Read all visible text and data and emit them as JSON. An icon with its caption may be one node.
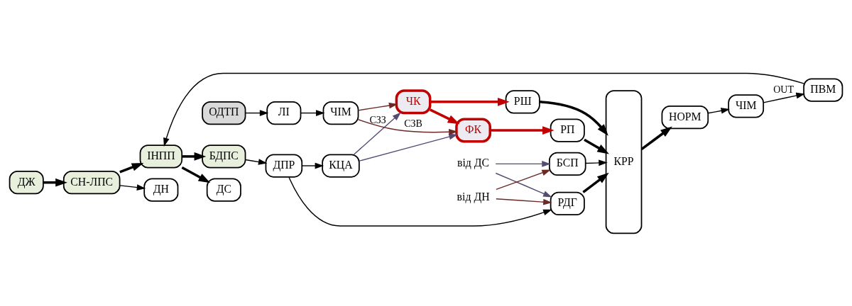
{
  "diagram": {
    "nodes": [
      {
        "text": [
          "ДЖ"
        ]
      },
      {
        "text": [
          "СН-ЛПС"
        ]
      },
      {
        "text": [
          "ІНПП"
        ]
      },
      {
        "text": [
          "БДПС"
        ]
      },
      {
        "text": [
          "БСП"
        ]
      },
      {
        "text": [
          "ДН"
        ]
      },
      {
        "text": [
          "ПВМ"
        ]
      },
      {
        "text": [
          "ДС"
        ]
      },
      {
        "text": [
          "ДПР"
        ]
      },
      {
        "text": [
          "РДГ"
        ]
      },
      {
        "text": [
          "КРР"
        ]
      },
      {
        "text": [
          "КЦА"
        ]
      },
      {
        "text": [
          "ЧК"
        ]
      },
      {
        "text": [
          "РШ"
        ]
      },
      {
        "text": [
          "НОРМ"
        ]
      },
      {
        "text": [
          "ОДТП"
        ]
      },
      {
        "text": [
          "ЛІ"
        ]
      },
      {
        "text": [
          "ЧІМ"
        ]
      },
      {
        "text": [
          "ФК"
        ]
      },
      {
        "text": [
          "РП"
        ]
      },
      {
        "text": [
          "ЧІМ"
        ]
      },
      {
        "text": [
          "від ДС"
        ]
      },
      {
        "text": [
          "від ДН"
        ]
      }
    ],
    "edges": [
      {
        "from": 0,
        "to": 1,
        "arrow": "to",
        "style": "thick"
      },
      {
        "from": 1,
        "to": 2,
        "arrow": "to",
        "style": "thick"
      },
      {
        "from": 2,
        "to": 3,
        "arrow": "to",
        "style": "thick"
      },
      {
        "from": 2,
        "to": 7,
        "arrow": "to",
        "style": "thick"
      },
      {
        "from": 1,
        "to": 5,
        "arrow": "to"
      },
      {
        "from": 6,
        "to": 2,
        "arrow": "to"
      },
      {
        "from": 3,
        "to": 8,
        "arrow": "to"
      },
      {
        "from": 8,
        "to": 9,
        "arrow": "to"
      },
      {
        "from": 8,
        "to": 11,
        "arrow": "to"
      },
      {
        "from": 21,
        "to": 4,
        "arrow": "to",
        "color": "#574a72"
      },
      {
        "from": 21,
        "to": 9,
        "arrow": "to",
        "color": "#574a72"
      },
      {
        "from": 22,
        "to": 4,
        "arrow": "to",
        "color": "#6b2a26"
      },
      {
        "from": 22,
        "to": 9,
        "arrow": "to",
        "color": "#6b2a26"
      },
      {
        "from": 4,
        "to": 10,
        "arrow": "to"
      },
      {
        "from": 9,
        "to": 10,
        "arrow": "to",
        "style": "thick"
      },
      {
        "from": 13,
        "to": 10,
        "arrow": "to",
        "style": "thick"
      },
      {
        "from": 19,
        "to": 10,
        "arrow": "to",
        "style": "thick"
      },
      {
        "from": 10,
        "to": 14,
        "arrow": "to",
        "style": "thick"
      },
      {
        "from": 14,
        "to": 20,
        "arrow": "to"
      },
      {
        "from": 20,
        "to": 6,
        "arrow": "to",
        "label": "OUT"
      },
      {
        "from": 11,
        "to": 12,
        "arrow": "to",
        "label": "СЗЗ",
        "color": "#574a72"
      },
      {
        "from": 11,
        "to": 18,
        "arrow": "to",
        "color": "#574a72"
      },
      {
        "from": 17,
        "to": 12,
        "arrow": "to",
        "color": "#6b2a26"
      },
      {
        "from": 17,
        "to": 18,
        "arrow": "to",
        "label": "СЗВ",
        "color": "#6b2a26"
      },
      {
        "from": 12,
        "to": 13,
        "arrow": "to",
        "style": "thick",
        "color": "#c00000"
      },
      {
        "from": 12,
        "to": 18,
        "arrow": "to",
        "style": "thick",
        "color": "#c00000"
      },
      {
        "from": 18,
        "to": 19,
        "arrow": "to",
        "style": "thick",
        "color": "#c00000"
      },
      {
        "from": 15,
        "to": 16,
        "arrow": "to"
      },
      {
        "from": 16,
        "to": 17,
        "arrow": "to"
      }
    ]
  }
}
